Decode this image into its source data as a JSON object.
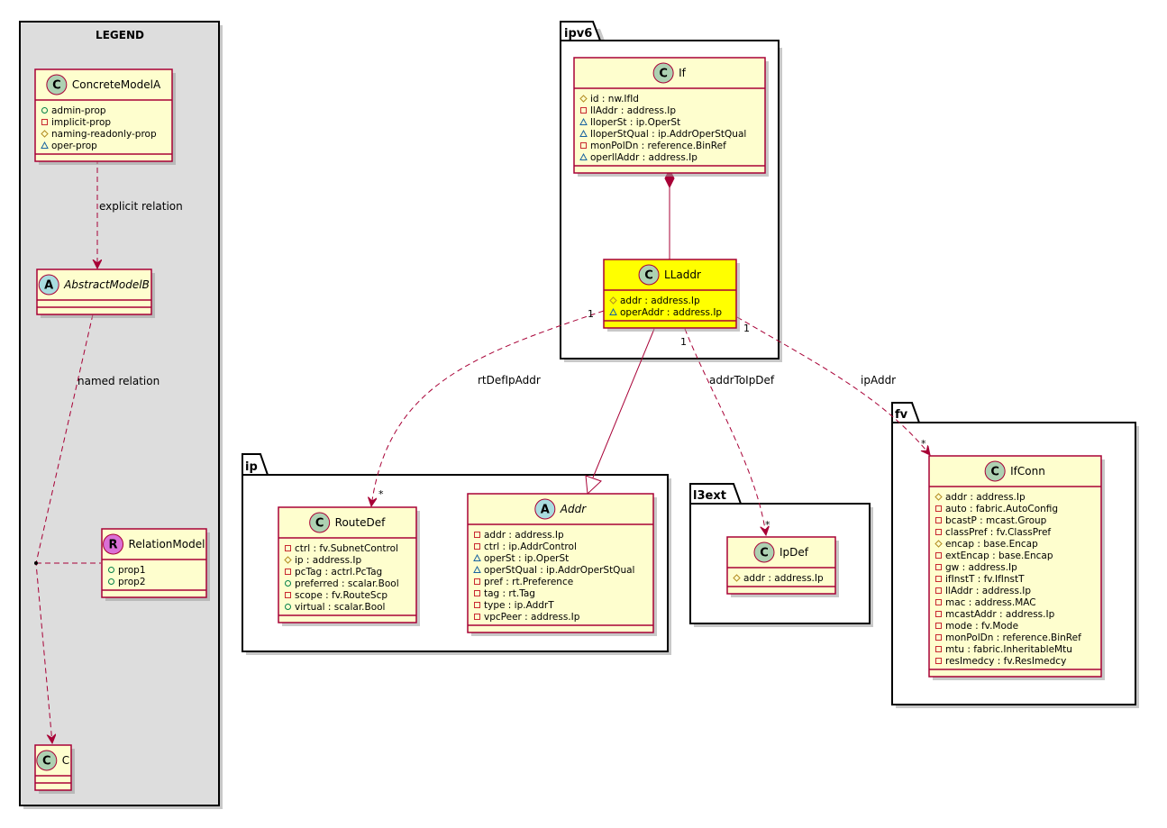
{
  "legend": {
    "title": "LEGEND",
    "classes": [
      {
        "name": "ConcreteModelA",
        "kind": "C",
        "abstract": false,
        "attrs": [
          {
            "vis": "public",
            "text": "admin-prop"
          },
          {
            "vis": "private",
            "text": "implicit-prop"
          },
          {
            "vis": "protected",
            "text": "naming-readonly-prop"
          },
          {
            "vis": "package",
            "text": "oper-prop"
          }
        ]
      },
      {
        "name": "AbstractModelB",
        "kind": "A",
        "abstract": true,
        "attrs": []
      },
      {
        "name": "RelationModel",
        "kind": "R",
        "abstract": false,
        "attrs": [
          {
            "vis": "public",
            "text": "prop1"
          },
          {
            "vis": "public",
            "text": "prop2"
          }
        ]
      },
      {
        "name": "C",
        "kind": "C",
        "abstract": false,
        "attrs": []
      }
    ],
    "relations": {
      "explicit": "explicit relation",
      "named": "named relation"
    }
  },
  "packages": [
    {
      "name": "ipv6"
    },
    {
      "name": "ip"
    },
    {
      "name": "l3ext"
    },
    {
      "name": "fv"
    }
  ],
  "classes": {
    "If": {
      "name": "If",
      "kind": "C",
      "abstract": false,
      "attrs": [
        {
          "vis": "protected",
          "text": "id : nw.IfId"
        },
        {
          "vis": "private",
          "text": "llAddr : address.Ip"
        },
        {
          "vis": "package",
          "text": "lloperSt : ip.OperSt"
        },
        {
          "vis": "package",
          "text": "lloperStQual : ip.AddrOperStQual"
        },
        {
          "vis": "private",
          "text": "monPolDn : reference.BinRef"
        },
        {
          "vis": "package",
          "text": "operllAddr : address.Ip"
        }
      ]
    },
    "LLaddr": {
      "name": "LLaddr",
      "kind": "C",
      "abstract": false,
      "attrs": [
        {
          "vis": "protected",
          "text": "addr : address.Ip"
        },
        {
          "vis": "package",
          "text": "operAddr : address.Ip"
        }
      ]
    },
    "RouteDef": {
      "name": "RouteDef",
      "kind": "C",
      "abstract": false,
      "attrs": [
        {
          "vis": "private",
          "text": "ctrl : fv.SubnetControl"
        },
        {
          "vis": "protected",
          "text": "ip : address.Ip"
        },
        {
          "vis": "private",
          "text": "pcTag : actrl.PcTag"
        },
        {
          "vis": "public",
          "text": "preferred : scalar.Bool"
        },
        {
          "vis": "private",
          "text": "scope : fv.RouteScp"
        },
        {
          "vis": "public",
          "text": "virtual : scalar.Bool"
        }
      ]
    },
    "Addr": {
      "name": "Addr",
      "kind": "A",
      "abstract": true,
      "attrs": [
        {
          "vis": "private",
          "text": "addr : address.Ip"
        },
        {
          "vis": "private",
          "text": "ctrl : ip.AddrControl"
        },
        {
          "vis": "package",
          "text": "operSt : ip.OperSt"
        },
        {
          "vis": "package",
          "text": "operStQual : ip.AddrOperStQual"
        },
        {
          "vis": "private",
          "text": "pref : rt.Preference"
        },
        {
          "vis": "private",
          "text": "tag : rt.Tag"
        },
        {
          "vis": "private",
          "text": "type : ip.AddrT"
        },
        {
          "vis": "private",
          "text": "vpcPeer : address.Ip"
        }
      ]
    },
    "IpDef": {
      "name": "IpDef",
      "kind": "C",
      "abstract": false,
      "attrs": [
        {
          "vis": "protected",
          "text": "addr : address.Ip"
        }
      ]
    },
    "IfConn": {
      "name": "IfConn",
      "kind": "C",
      "abstract": false,
      "attrs": [
        {
          "vis": "protected",
          "text": "addr : address.Ip"
        },
        {
          "vis": "private",
          "text": "auto : fabric.AutoConfig"
        },
        {
          "vis": "private",
          "text": "bcastP : mcast.Group"
        },
        {
          "vis": "private",
          "text": "classPref : fv.ClassPref"
        },
        {
          "vis": "protected",
          "text": "encap : base.Encap"
        },
        {
          "vis": "private",
          "text": "extEncap : base.Encap"
        },
        {
          "vis": "private",
          "text": "gw : address.Ip"
        },
        {
          "vis": "private",
          "text": "ifInstT : fv.IfInstT"
        },
        {
          "vis": "private",
          "text": "llAddr : address.Ip"
        },
        {
          "vis": "private",
          "text": "mac : address.MAC"
        },
        {
          "vis": "private",
          "text": "mcastAddr : address.Ip"
        },
        {
          "vis": "private",
          "text": "mode : fv.Mode"
        },
        {
          "vis": "private",
          "text": "monPolDn : reference.BinRef"
        },
        {
          "vis": "private",
          "text": "mtu : fabric.InheritableMtu"
        },
        {
          "vis": "private",
          "text": "resImedcy : fv.ResImedcy"
        }
      ]
    }
  },
  "relations": [
    {
      "label": "rtDefIpAddr",
      "source_mult": "1",
      "target_mult": "*"
    },
    {
      "label": "addrToIpDef",
      "source_mult": "1",
      "target_mult": "*"
    },
    {
      "label": "ipAddr",
      "source_mult": "1",
      "target_mult": "*"
    }
  ],
  "colors": {
    "class_fill": "#fefece",
    "highlight_fill": "#ffff00",
    "border": "#a80036",
    "legend_bg": "#dddddd"
  }
}
